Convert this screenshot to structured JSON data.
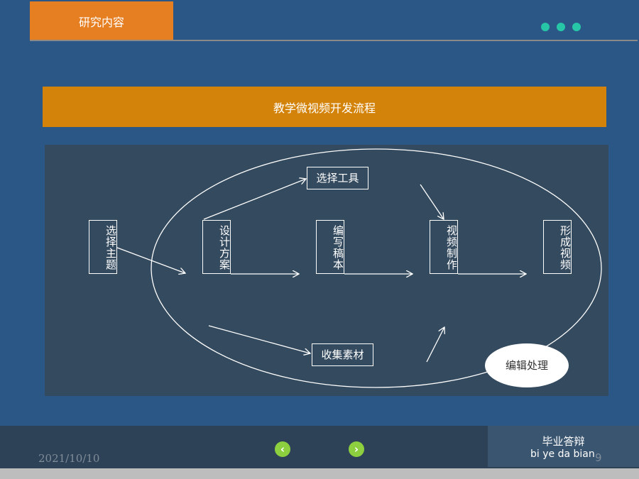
{
  "header": {
    "tab_label": "研究内容"
  },
  "banner": {
    "title": "教学微视频开发流程"
  },
  "diagram": {
    "boxes": {
      "select_topic": "选择主题",
      "design_plan": "设计方案",
      "write_script": "编写稿本",
      "video_production": "视频制作",
      "final_video": "形成视频",
      "select_tools": "选择工具",
      "collect_materials": "收集素材"
    },
    "editing": "编辑处理"
  },
  "footer": {
    "date": "2021/10/10",
    "prev_icon": "chevron-left-icon",
    "next_icon": "chevron-right-icon",
    "brand_title": "毕业答辩",
    "brand_subtitle": "bi  ye da bian",
    "page_number": "9"
  },
  "colors": {
    "background": "#2b5787",
    "tab": "#e67e22",
    "banner": "#d4830a",
    "diagram_bg": "#344a5f",
    "dots": "#26c6a6",
    "nav_buttons": "#8ccf3f"
  }
}
